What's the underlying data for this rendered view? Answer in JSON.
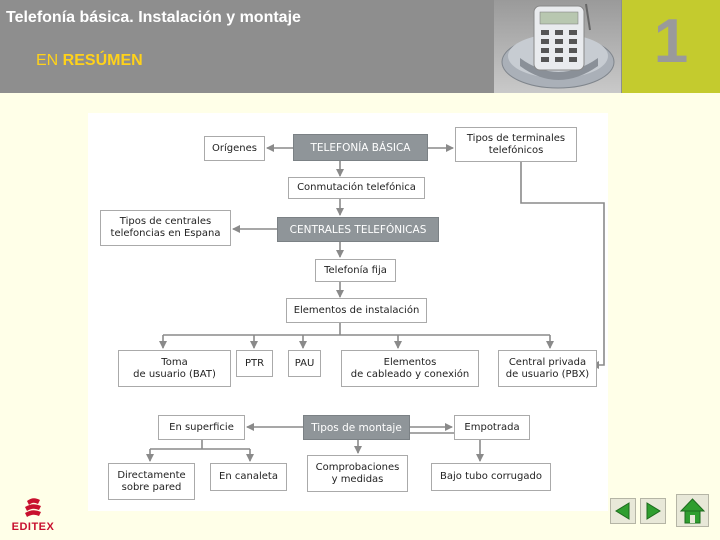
{
  "header": {
    "title": "Telefonía básica. Instalación y montaje",
    "subtitle_prefix": "EN ",
    "subtitle_bold": "RESÚMEN",
    "chapter_number": "1"
  },
  "diagram": {
    "boxes": {
      "origenes": "Orígenes",
      "telefonia_basica": "TELEFONÍA BÁSICA",
      "tipos_terminales": "Tipos de terminales\ntelefónicos",
      "conmutacion": "Conmutación telefónica",
      "tipos_centrales": "Tipos de centrales\ntelefoncias en Espana",
      "centrales": "CENTRALES TELEFÓNICAS",
      "telefonia_fija": "Telefonía fija",
      "elementos_instalacion": "Elementos de instalación",
      "toma_usuario": "Toma\nde usuario (BAT)",
      "ptr": "PTR",
      "pau": "PAU",
      "elementos_cableado": "Elementos\nde cableado y conexión",
      "central_privada": "Central privada\nde usuario (PBX)",
      "en_superficie": "En superficie",
      "tipos_montaje": "Tipos de montaje",
      "empotrada": "Empotrada",
      "directamente": "Directamente\nsobre pared",
      "en_canaleta": "En canaleta",
      "comprobaciones": "Comprobaciones\ny medidas",
      "bajo_tubo": "Bajo tubo corrugado"
    }
  },
  "footer": {
    "logo_text": "EDITEX"
  },
  "colors": {
    "header_bg": "#8e8e8e",
    "title": "#ffffff",
    "subtitle": "#ffd21a",
    "chapter_bg": "#c4cb2e",
    "page_bg": "#ffffe8",
    "dark_box": "#8f9599",
    "logo": "#c8102e",
    "nav_green": "#2f9e2f"
  },
  "icons": {
    "prev": "previous-arrow-icon",
    "next": "next-arrow-icon",
    "home": "home-icon"
  }
}
